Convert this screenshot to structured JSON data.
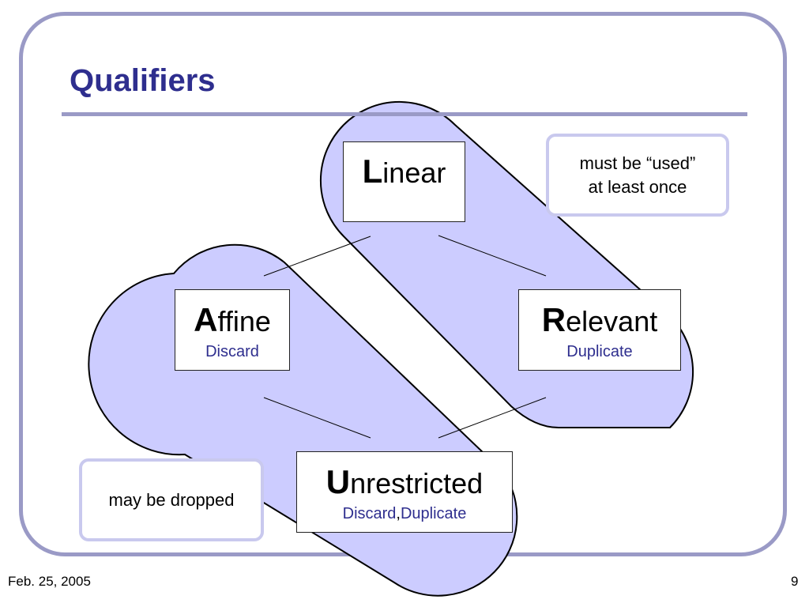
{
  "slide": {
    "title": "Qualifiers",
    "footer_date": "Feb. 25, 2005",
    "page_number": "9"
  },
  "nodes": {
    "linear": {
      "initial": "L",
      "rest": "inear"
    },
    "affine": {
      "initial": "A",
      "rest": "ffine",
      "ops": "Discard"
    },
    "relevant": {
      "initial": "R",
      "rest": "elevant",
      "ops": "Duplicate"
    },
    "unrestricted": {
      "initial": "U",
      "rest": "nrestricted",
      "ops_a": "Discard",
      "ops_sep": ",",
      "ops_b": "Duplicate"
    }
  },
  "notes": {
    "used_line1": "must be “used”",
    "used_line2": "at least once",
    "dropped": "may be dropped"
  },
  "colors": {
    "title": "#2e2e8e",
    "frame": "#9a9ac6",
    "region_fill": "#ccccff",
    "note_border": "#c9c9ee",
    "ops_text": "#2e2e8e"
  }
}
